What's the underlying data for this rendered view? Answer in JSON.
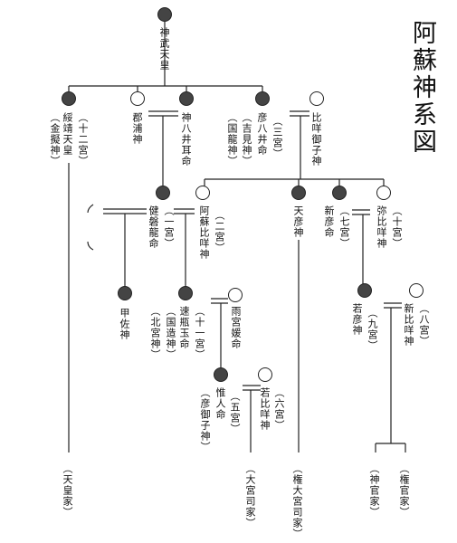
{
  "title": "阿蘇神系図",
  "people": {
    "jimmu": "神武天皇",
    "suizei": "綏靖天皇",
    "suizei_shrine": "（金擬神）",
    "suizei_rank": "（十二宮）",
    "kaura": "郡浦神",
    "kamuyaimimi": "神八井耳命",
    "hikoyai": "彦八井命",
    "hikoyai_alt": "（吉見神）",
    "hikoyai_alt2": "（国龍神）",
    "hikoyai_rank": "（三宮）",
    "himiko_mi": "比咩御子神",
    "takeiwatatsu": "健磐龍命",
    "takeiwatatsu_rank": "（一宮）",
    "asohime": "阿蘇比咩神",
    "asohime_rank": "（二宮）",
    "amahiko": "天彦神",
    "niihiko": "新彦命",
    "niihiko_rank": "（七宮）",
    "yahime": "弥比咩神",
    "yahime_rank": "（十宮）",
    "kosa": "甲佐神",
    "hayamikatama": "速瓶玉命",
    "hayamikatama_alt": "（国造神）",
    "hayamikatama_alt2": "（北宮神）",
    "hayamikatama_rank": "（十一宮）",
    "amemiyahime": "雨宮媛命",
    "wakahiko": "若彦神",
    "wakahiko_rank": "（九宮）",
    "shinhime": "新比咩神",
    "shinhime_rank": "（八宮）",
    "korehito": "惟人命",
    "korehito_alt": "（彦御子神）",
    "korehito_rank": "（五宮）",
    "wakahime": "若比咩神",
    "wakahime_rank": "（六宮）",
    "tenno": "（天皇家）",
    "omiya": "（大宮司家）",
    "gon_omiya": "（権大宮司家）",
    "kamukan": "（神官家）",
    "gonkan": "（権官家）"
  },
  "node_styles": {
    "jimmu": "filled",
    "suizei": "filled",
    "kaura": "open",
    "kamuyaimimi": "filled",
    "hikoyai": "filled",
    "himiko_mi": "open",
    "takeiwatatsu": "filled",
    "asohime": "open",
    "amahiko": "filled",
    "niihiko": "filled",
    "yahime": "open",
    "kosa": "filled",
    "hayamikatama": "filled",
    "amemiyahime": "open",
    "wakahiko": "filled",
    "shinhime": "open",
    "korehito": "filled",
    "wakahime": "open"
  },
  "colors": {
    "line": "#222222",
    "filled": "#444444",
    "open": "#ffffff",
    "text": "#111111"
  }
}
